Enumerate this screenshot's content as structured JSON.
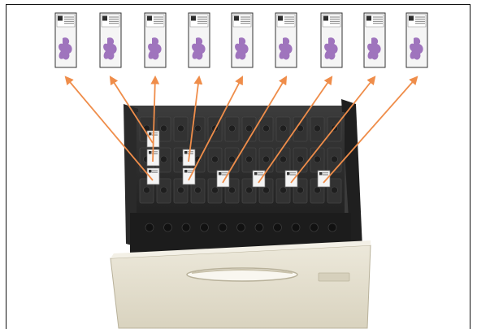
{
  "slides": [
    {
      "position": 1
    },
    {
      "position": 2
    },
    {
      "position": 3
    },
    {
      "position": 4
    },
    {
      "position": 5
    },
    {
      "position": 6
    },
    {
      "position": 7
    },
    {
      "position": 8
    },
    {
      "position": 9
    }
  ],
  "colors": {
    "arrow": "#ef8d4a",
    "stain": "#9f74bd",
    "tray_dark": "#2b2b2b",
    "drawer_face": "#e7e2d3",
    "slide_border": "#333333"
  },
  "icons": [
    "slide-label-icon",
    "tissue-stain-icon",
    "arrow-icon"
  ]
}
